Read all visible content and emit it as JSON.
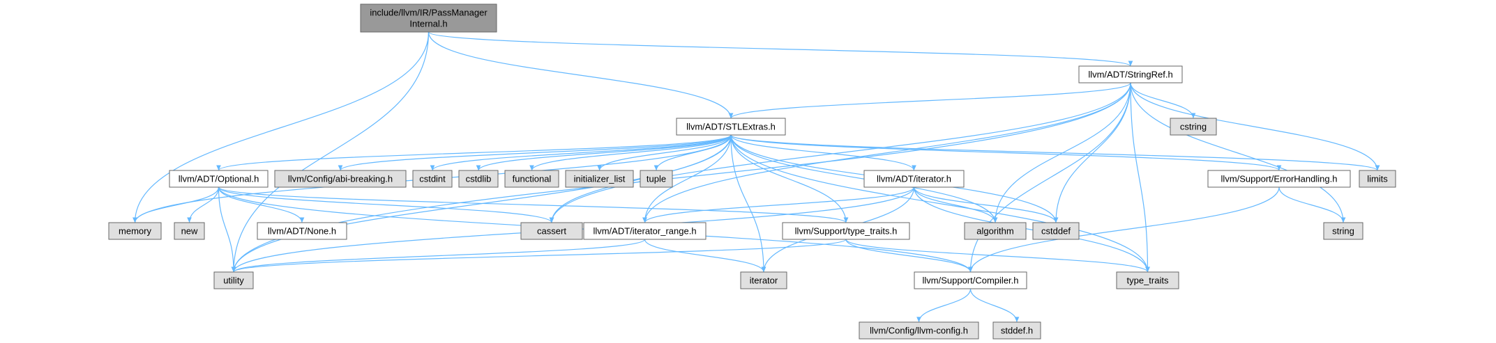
{
  "colors": {
    "root_fill": "#999999",
    "header_fill": "#ffffff",
    "system_fill": "#e0e0e0",
    "node_border": "#666666",
    "edge": "#63b8ff"
  },
  "nodes": [
    {
      "id": "root",
      "kind": "root",
      "lines": [
        "include/llvm/IR/PassManager",
        "Internal.h"
      ]
    },
    {
      "id": "stringref",
      "kind": "header",
      "lines": [
        "llvm/ADT/StringRef.h"
      ]
    },
    {
      "id": "stlextras",
      "kind": "header",
      "lines": [
        "llvm/ADT/STLExtras.h"
      ]
    },
    {
      "id": "cstring",
      "kind": "system",
      "lines": [
        "cstring"
      ]
    },
    {
      "id": "optional",
      "kind": "header",
      "lines": [
        "llvm/ADT/Optional.h"
      ]
    },
    {
      "id": "abibreaking",
      "kind": "system",
      "lines": [
        "llvm/Config/abi-breaking.h"
      ]
    },
    {
      "id": "cstdint",
      "kind": "system",
      "lines": [
        "cstdint"
      ]
    },
    {
      "id": "cstdlib",
      "kind": "system",
      "lines": [
        "cstdlib"
      ]
    },
    {
      "id": "functional",
      "kind": "system",
      "lines": [
        "functional"
      ]
    },
    {
      "id": "initlist",
      "kind": "system",
      "lines": [
        "initializer_list"
      ]
    },
    {
      "id": "tuple",
      "kind": "system",
      "lines": [
        "tuple"
      ]
    },
    {
      "id": "iteratorh",
      "kind": "header",
      "lines": [
        "llvm/ADT/iterator.h"
      ]
    },
    {
      "id": "errorhandling",
      "kind": "header",
      "lines": [
        "llvm/Support/ErrorHandling.h"
      ]
    },
    {
      "id": "limits",
      "kind": "system",
      "lines": [
        "limits"
      ]
    },
    {
      "id": "memory",
      "kind": "system",
      "lines": [
        "memory"
      ]
    },
    {
      "id": "new",
      "kind": "system",
      "lines": [
        "new"
      ]
    },
    {
      "id": "noneh",
      "kind": "header",
      "lines": [
        "llvm/ADT/None.h"
      ]
    },
    {
      "id": "cassert",
      "kind": "system",
      "lines": [
        "cassert"
      ]
    },
    {
      "id": "iterrange",
      "kind": "header",
      "lines": [
        "llvm/ADT/iterator_range.h"
      ]
    },
    {
      "id": "typetraitsh",
      "kind": "header",
      "lines": [
        "llvm/Support/type_traits.h"
      ]
    },
    {
      "id": "algorithm",
      "kind": "system",
      "lines": [
        "algorithm"
      ]
    },
    {
      "id": "cstddef",
      "kind": "system",
      "lines": [
        "cstddef"
      ]
    },
    {
      "id": "string",
      "kind": "system",
      "lines": [
        "string"
      ]
    },
    {
      "id": "utility",
      "kind": "system",
      "lines": [
        "utility"
      ]
    },
    {
      "id": "iterator",
      "kind": "system",
      "lines": [
        "iterator"
      ]
    },
    {
      "id": "compiler",
      "kind": "header",
      "lines": [
        "llvm/Support/Compiler.h"
      ]
    },
    {
      "id": "typetraits",
      "kind": "system",
      "lines": [
        "type_traits"
      ]
    },
    {
      "id": "llvmconfig",
      "kind": "system",
      "lines": [
        "llvm/Config/llvm-config.h"
      ]
    },
    {
      "id": "stddef",
      "kind": "system",
      "lines": [
        "stddef.h"
      ]
    }
  ],
  "edges": [
    [
      "root",
      "stringref"
    ],
    [
      "root",
      "stlextras"
    ],
    [
      "root",
      "memory"
    ],
    [
      "root",
      "utility"
    ],
    [
      "stringref",
      "stlextras"
    ],
    [
      "stringref",
      "iterrange"
    ],
    [
      "stringref",
      "compiler"
    ],
    [
      "stringref",
      "algorithm"
    ],
    [
      "stringref",
      "cassert"
    ],
    [
      "stringref",
      "cstddef"
    ],
    [
      "stringref",
      "cstring"
    ],
    [
      "stringref",
      "limits"
    ],
    [
      "stringref",
      "string"
    ],
    [
      "stringref",
      "typetraits"
    ],
    [
      "stringref",
      "utility"
    ],
    [
      "stlextras",
      "optional"
    ],
    [
      "stlextras",
      "abibreaking"
    ],
    [
      "stlextras",
      "cstdint"
    ],
    [
      "stlextras",
      "cstdlib"
    ],
    [
      "stlextras",
      "functional"
    ],
    [
      "stlextras",
      "initlist"
    ],
    [
      "stlextras",
      "tuple"
    ],
    [
      "stlextras",
      "iteratorh"
    ],
    [
      "stlextras",
      "errorhandling"
    ],
    [
      "stlextras",
      "limits"
    ],
    [
      "stlextras",
      "memory"
    ],
    [
      "stlextras",
      "cassert"
    ],
    [
      "stlextras",
      "iterrange"
    ],
    [
      "stlextras",
      "typetraitsh"
    ],
    [
      "stlextras",
      "algorithm"
    ],
    [
      "stlextras",
      "cstddef"
    ],
    [
      "stlextras",
      "iterator"
    ],
    [
      "stlextras",
      "typetraits"
    ],
    [
      "stlextras",
      "utility"
    ],
    [
      "optional",
      "memory"
    ],
    [
      "optional",
      "new"
    ],
    [
      "optional",
      "noneh"
    ],
    [
      "optional",
      "cassert"
    ],
    [
      "optional",
      "typetraitsh"
    ],
    [
      "optional",
      "compiler"
    ],
    [
      "optional",
      "utility"
    ],
    [
      "iteratorh",
      "iterrange"
    ],
    [
      "iteratorh",
      "algorithm"
    ],
    [
      "iteratorh",
      "cstddef"
    ],
    [
      "iteratorh",
      "iterator"
    ],
    [
      "iteratorh",
      "typetraits"
    ],
    [
      "iteratorh",
      "utility"
    ],
    [
      "errorhandling",
      "compiler"
    ],
    [
      "errorhandling",
      "string"
    ],
    [
      "iterrange",
      "iterator"
    ],
    [
      "iterrange",
      "utility"
    ],
    [
      "typetraitsh",
      "compiler"
    ],
    [
      "typetraitsh",
      "typetraits"
    ],
    [
      "typetraitsh",
      "utility"
    ],
    [
      "compiler",
      "llvmconfig"
    ],
    [
      "compiler",
      "stddef"
    ]
  ]
}
